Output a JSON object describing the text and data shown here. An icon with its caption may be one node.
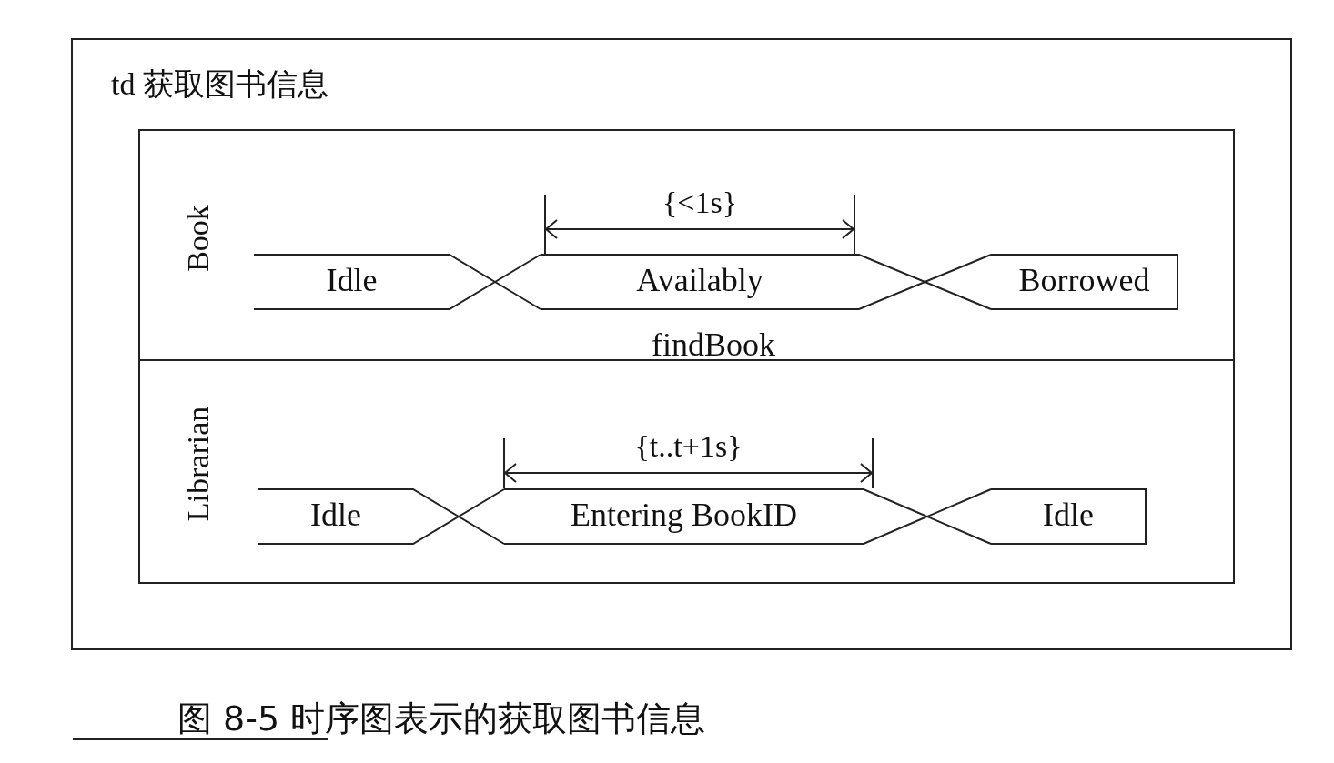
{
  "diagram": {
    "caption": "图 8-5 时序图表示的获取图书信息",
    "nodes": [
      {
        "text": [
          "td 获取图书信息"
        ]
      },
      {
        "text": [
          "Book"
        ],
        "in": 0
      },
      {
        "text": [
          "Librarian"
        ],
        "in": 0
      },
      {
        "text": [
          "Idle"
        ],
        "in": 1
      },
      {
        "text": [
          "Availably"
        ],
        "in": 1
      },
      {
        "text": [
          "Borrowed"
        ],
        "in": 1
      },
      {
        "text": [
          "Idle"
        ],
        "in": 2
      },
      {
        "text": [
          "Entering BookID"
        ],
        "in": 2
      },
      {
        "text": [
          "Idle"
        ],
        "in": 2
      }
    ],
    "labels": [
      "{<1s}",
      "findBook",
      "{t..t+1s}"
    ]
  }
}
